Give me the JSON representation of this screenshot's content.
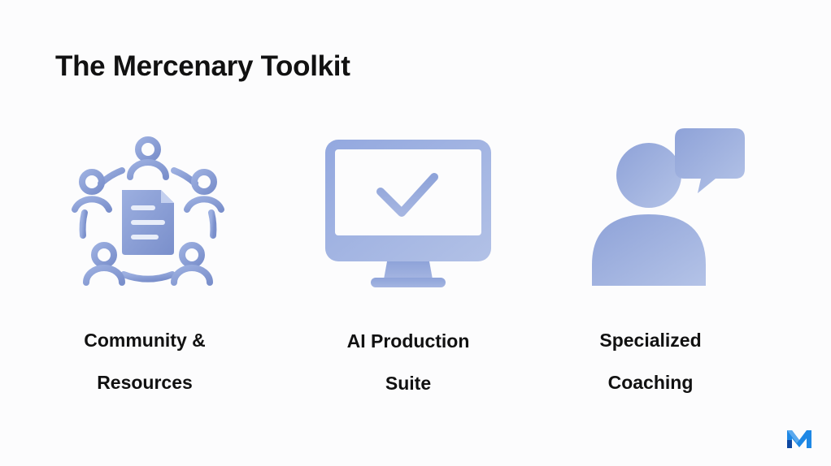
{
  "slide": {
    "title": "The Mercenary Toolkit"
  },
  "features": [
    {
      "icon": "community-network-icon",
      "line1": "Community &",
      "line2": "Resources"
    },
    {
      "icon": "monitor-checkmark-icon",
      "line1": "AI Production",
      "line2": "Suite"
    },
    {
      "icon": "person-speech-bubble-icon",
      "line1": "Specialized",
      "line2": "Coaching"
    }
  ],
  "brand": {
    "logo_icon": "m-logo-icon",
    "accent": "#1e88e5",
    "accent_light": "#5aa9ee",
    "icon_color_light": "#a7b7e2",
    "icon_color_dark": "#7a90cc"
  }
}
